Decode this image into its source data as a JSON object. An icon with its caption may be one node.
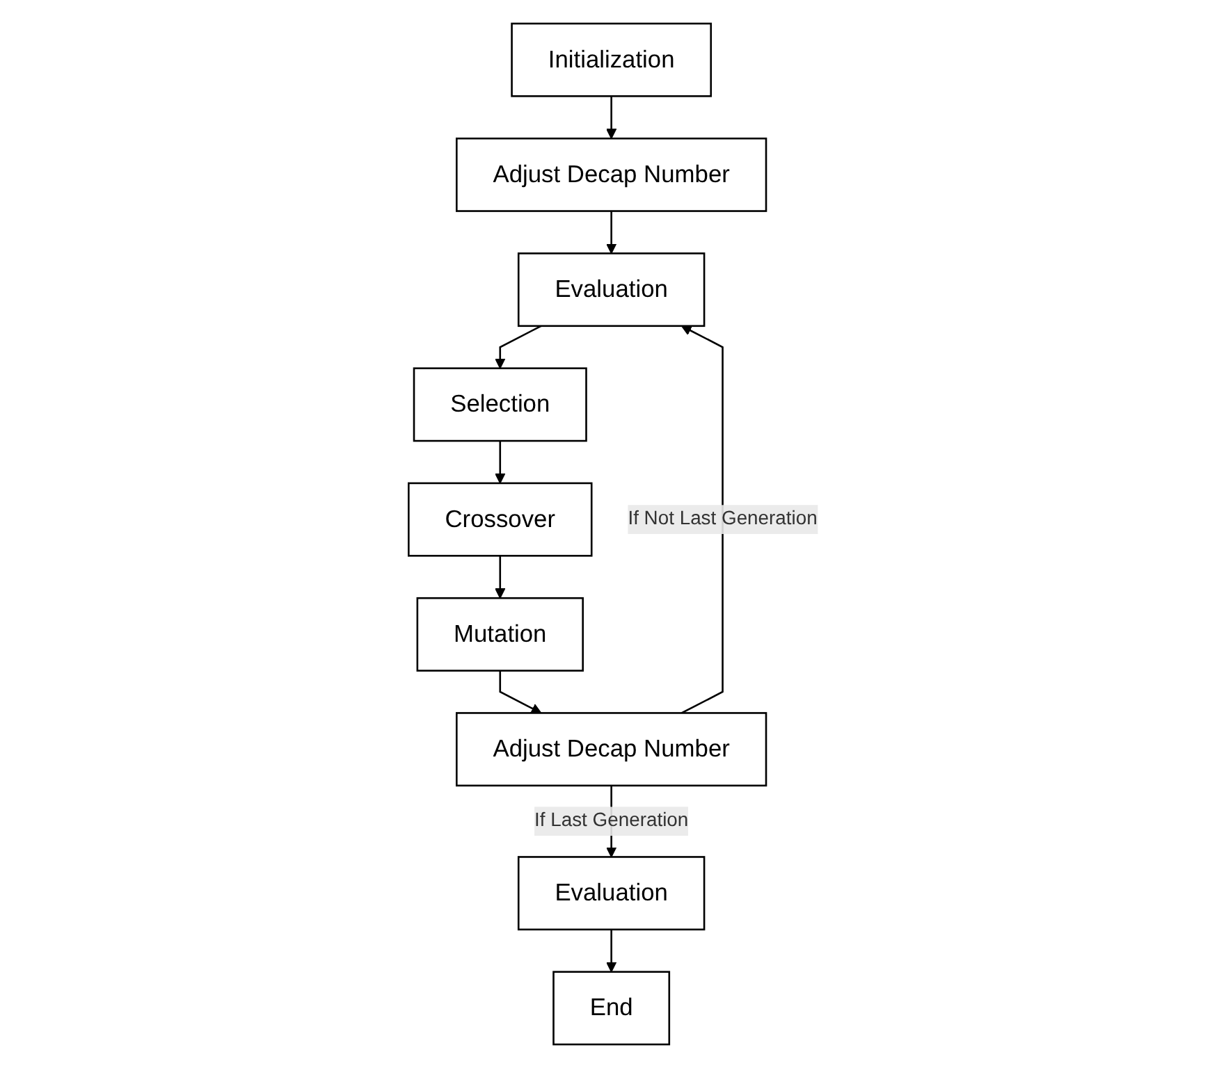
{
  "diagram": {
    "nodes": [
      {
        "text": [
          "Initialization"
        ]
      },
      {
        "text": [
          "Adjust Decap Number"
        ]
      },
      {
        "text": [
          "Evaluation"
        ]
      },
      {
        "text": [
          "Selection"
        ]
      },
      {
        "text": [
          "Crossover"
        ]
      },
      {
        "text": [
          "Mutation"
        ]
      },
      {
        "text": [
          "Adjust Decap Number"
        ]
      },
      {
        "text": [
          "Evaluation"
        ]
      },
      {
        "text": [
          "End"
        ]
      }
    ],
    "edges": [
      {
        "from": 0,
        "to": 1,
        "arrow": "to"
      },
      {
        "from": 1,
        "to": 2,
        "arrow": "to"
      },
      {
        "from": 2,
        "to": 3,
        "arrow": "to"
      },
      {
        "from": 3,
        "to": 4,
        "arrow": "to"
      },
      {
        "from": 4,
        "to": 5,
        "arrow": "to"
      },
      {
        "from": 5,
        "to": 6,
        "arrow": "to"
      },
      {
        "from": 6,
        "to": 2,
        "arrow": "to",
        "label": "If Not Last Generation"
      },
      {
        "from": 6,
        "to": 7,
        "arrow": "to",
        "label": "If Last Generation"
      },
      {
        "from": 7,
        "to": 8,
        "arrow": "to"
      }
    ]
  }
}
